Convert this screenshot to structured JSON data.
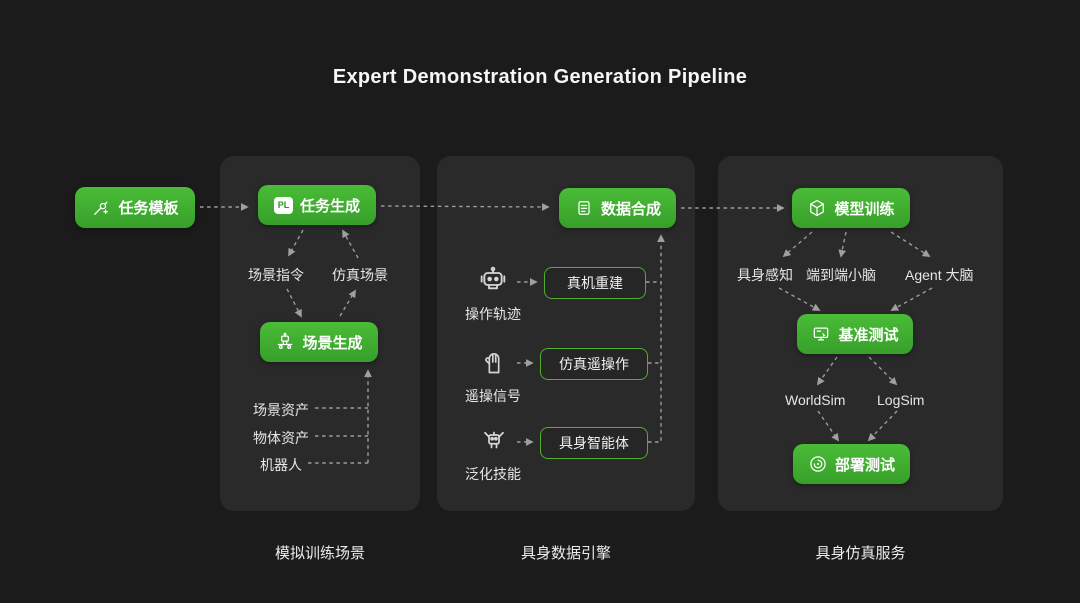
{
  "title": "Expert Demonstration Generation Pipeline",
  "source": {
    "label": "任务模板"
  },
  "panels": {
    "training_scene": {
      "caption": "模拟训练场景",
      "task_generation": "任务生成",
      "task_badge": "PL",
      "scene_instruction": "场景指令",
      "simulation_scene": "仿真场景",
      "scene_generation": "场景生成",
      "assets": [
        "场景资产",
        "物体资产",
        "机器人"
      ]
    },
    "data_engine": {
      "caption": "具身数据引擎",
      "data_synthesis": "数据合成",
      "rows": [
        {
          "source": "操作轨迹",
          "target": "真机重建"
        },
        {
          "source": "遥操信号",
          "target": "仿真遥操作"
        },
        {
          "source": "泛化技能",
          "target": "具身智能体"
        }
      ]
    },
    "simulation_service": {
      "caption": "具身仿真服务",
      "model_training": "模型训练",
      "model_types": [
        "具身感知",
        "端到端小脑",
        "Agent 大脑"
      ],
      "benchmark": "基准测试",
      "simulators": [
        "WorldSim",
        "LogSim"
      ],
      "deployment": "部署测试"
    }
  },
  "colors": {
    "background": "#1b1b1b",
    "panel": "#2a2a2b",
    "accent_green": "#3fae2f",
    "outline_green": "#4fae2c",
    "arrow": "#9c9c9c",
    "text": "#ededed"
  }
}
